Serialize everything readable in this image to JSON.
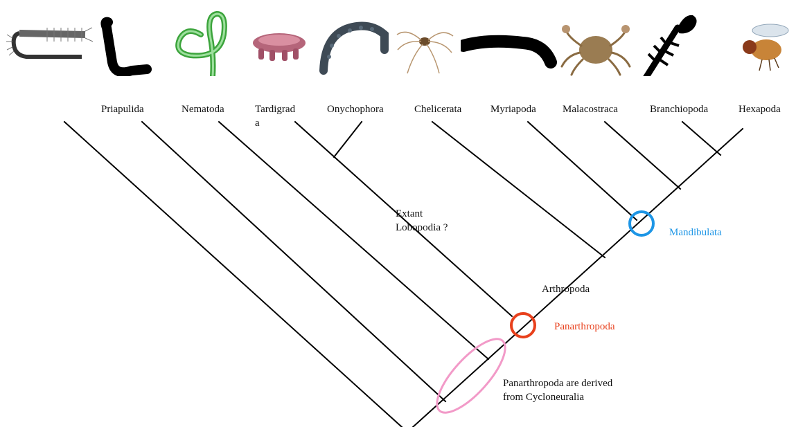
{
  "taxa": {
    "priapulida": "Priapulida",
    "nematoda": "Nematoda",
    "tardigrada": "Tardigrad\na",
    "onychophora": "Onychophora",
    "chelicerata": "Chelicerata",
    "myriapoda": "Myriapoda",
    "malacostraca": "Malacostraca",
    "branchiopoda": "Branchiopoda",
    "hexapoda": "Hexapoda"
  },
  "clades": {
    "mandibulata": "Mandibulata",
    "panarthropoda": "Panarthropoda",
    "arthropoda": "Arthropoda"
  },
  "notes": {
    "extant_lobopodia": "Extant\nLobopodia ?",
    "derived": "Panarthropoda are derived\nfrom Cycloneuralia"
  },
  "colors": {
    "mandibulata_circle": "#1e96e6",
    "panarthropoda_circle": "#e8401c",
    "cycloneuralia_ellipse": "#f29ac8",
    "line": "#000000"
  },
  "icons": [
    "kinorhynch-like-worm-icon",
    "priapulid-silhouette-icon",
    "nematode-icon",
    "tardigrade-icon",
    "onychophoran-icon",
    "harvestman-icon",
    "millipede-silhouette-icon",
    "crab-icon",
    "branchiopod-silhouette-icon",
    "fly-icon"
  ]
}
